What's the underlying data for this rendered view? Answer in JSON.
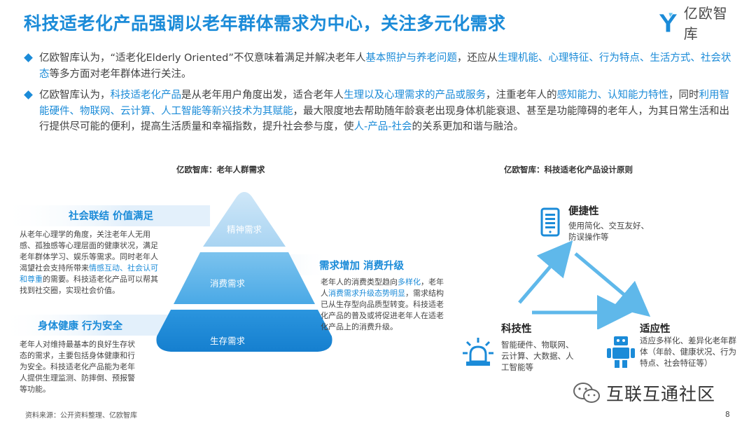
{
  "title": "科技适老化产品强调以老年群体需求为中心，关注多元化需求",
  "logo_text": "亿欧智库",
  "bullet1": {
    "p1": "亿欧智库认为，“适老化Elderly Oriented”不仅意味着满足并解决老年人",
    "h1": "基本照护与养老问题",
    "p2": "，还应从",
    "h2": "生理机能、心理特征、行为特点、生活方式、社会状态",
    "p3": "等多方面对老年群体进行关注。"
  },
  "bullet2": {
    "p1": "亿欧智库认为，",
    "h1": "科技适老化产品",
    "p2": "是从老年用户角度出发，适合老年人",
    "h2": "生理以及心理需求的产品或服务",
    "p3": "，注重老年人的",
    "h3": "感知能力、认知能力特性",
    "p4": "，同时",
    "h4": "利用智能硬件、物联网、云计算、人工智能等新兴技术为其赋能",
    "p5": "，最大限度地去帮助随年龄衰老出现身体机能衰退、甚至是功能障碍的老年人，为其日常生活和出行提供尽可能的便利，提高生活质量和幸福指数，提升社会参与度，使",
    "h5": "人-产品-社会",
    "p6": "的关系更加和谐与融洽。"
  },
  "left_section_title": "亿欧智库：老年人群需求",
  "right_section_title": "亿欧智库：科技适老化产品设计原则",
  "pyramid": {
    "top": "精神需求",
    "middle": "消费需求",
    "bottom": "生存需求"
  },
  "social": {
    "label": "社会联结 价值满足",
    "desc_p1": "从老年心理学的角度，关注老年人无用感、孤独感等心理层面的健康状况，满足老年群体学习、娱乐等需求。同时老年人渴望社会支持所带来",
    "desc_h1": "情感互动、社会认可和尊重",
    "desc_p2": "的需要。科技适老化产品可以帮其找到社交圈，实现社会价值。"
  },
  "health": {
    "label": "身体健康 行为安全",
    "desc": "老年人对维持最基本的良好生存状态的需求，主要包括身体健康和行为安全。科技适老化产品能为老年人提供生理监测、防摔倒、预报警等功能。"
  },
  "consume": {
    "label": "需求增加 消费升级",
    "desc_p1": "老年人的消费类型趋向",
    "desc_h1": "多样化",
    "desc_p2": "，老年人",
    "desc_h2": "消费需求升级态势明显",
    "desc_p3": "，需求结构已从生存型向品质型转变。科技适老化产品的普及或将促进老年人在适老化产品上的消费升级。"
  },
  "principles": {
    "convenience": {
      "title": "便捷性",
      "desc": "使用简化、交互友好、防误操作等"
    },
    "tech": {
      "title": "科技性",
      "desc": "智能硬件、物联网、云计算、大数据、人工智能等"
    },
    "adapt": {
      "title": "适应性",
      "desc": "适应多样化、差异化老年群体（年龄、健康状况、行为特点、社会特征等）"
    }
  },
  "source": "资料来源：公开资料整理、亿欧智库",
  "watermark": "互联互通社区",
  "page_number": "8",
  "colors": {
    "accent": "#1b8bd8",
    "pyramid_top": "#b9dcf4",
    "pyramid_mid": "#5fb4ea",
    "pyramid_bottom": "#1b8bd8"
  }
}
